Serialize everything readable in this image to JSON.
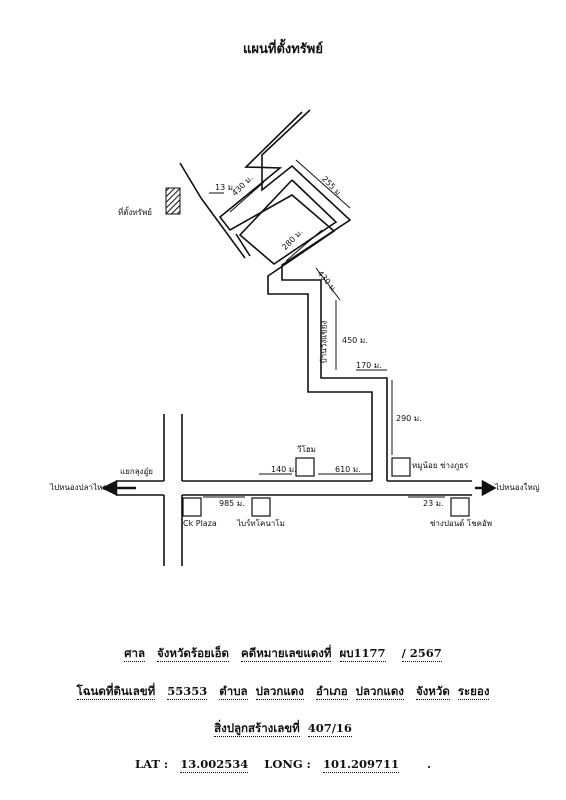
{
  "title": "แผนที่ตั้งทรัพย์",
  "map": {
    "property_label": "ที่ตั้งทรัพย์",
    "road_label": "บ้านวังแขยง",
    "junction_label": "แยกลุงอู๋ย",
    "left_arrow_label": "ไปหนองปลาไหล",
    "right_arrow_label": "ไปหนองใหญ่",
    "places": {
      "vsom": "วีโฮม",
      "munoi": "หมูน้อย ช่างภูธร",
      "ckplaza": "Ck Plaza",
      "bright": "ไบร์ทโคนาโม",
      "changpond": "ช่างปอนด์ โชคอัพ"
    },
    "distances": {
      "d13": "13 ม.",
      "d430a": "430 ม.",
      "d255": "255 ม.",
      "d280": "280 ม.",
      "d430b": "430 ม.",
      "d450": "450 ม.",
      "d170": "170 ม.",
      "d290": "290 ม.",
      "d140": "140 ม.",
      "d610": "610 ม.",
      "d985": "985 ม.",
      "d23": "23 ม."
    }
  },
  "footer": {
    "court_prefix": "ศาล",
    "court_name": "จังหวัดร้อยเอ็ด",
    "case_label": "คดีหมายเลขแดงที่",
    "case_no": "ผบ1177",
    "case_year": "/ 2567",
    "deed_label": "โฉนดที่ดินเลขที่",
    "deed_no": "55353",
    "subdistrict_label": "ตำบล",
    "subdistrict": "ปลวกแดง",
    "district_label": "อำเภอ",
    "district": "ปลวกแดง",
    "province_label": "จังหวัด",
    "province": "ระยอง",
    "building_label": "สิ่งปลูกสร้างเลขที่",
    "building_no": "407/16",
    "lat_label": "LAT :",
    "lat": "13.002534",
    "long_label": "LONG :",
    "long": "101.209711",
    "trail": "."
  }
}
